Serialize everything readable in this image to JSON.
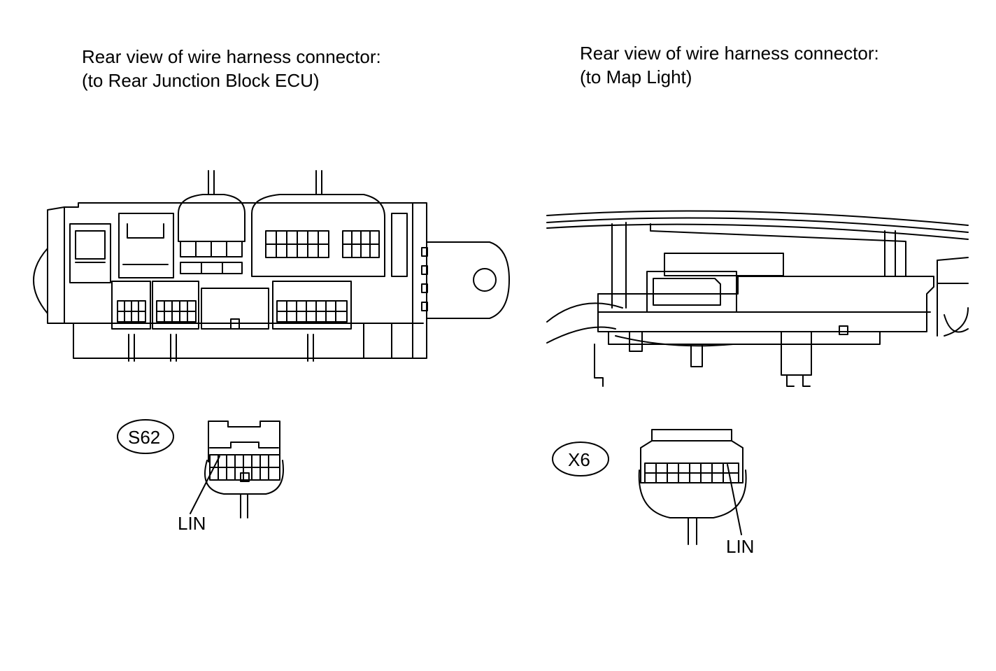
{
  "left_panel": {
    "caption_line1": "Rear view of wire harness connector:",
    "caption_line2": "(to Rear Junction Block ECU)",
    "connector_id": "S62",
    "pin_label": "LIN"
  },
  "right_panel": {
    "caption_line1": "Rear view of wire harness connector:",
    "caption_line2": "(to Map Light)",
    "connector_id": "X6",
    "pin_label": "LIN"
  }
}
